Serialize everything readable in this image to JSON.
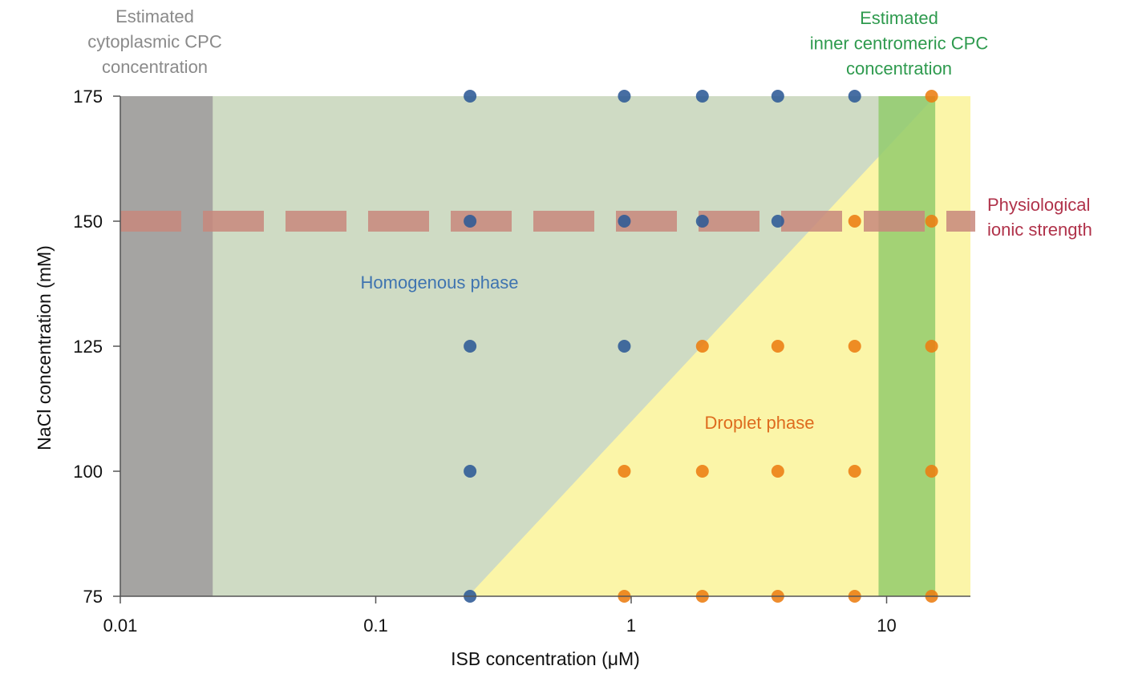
{
  "chart_data": {
    "type": "scatter",
    "xlabel": "ISB concentration (μM)",
    "ylabel": "NaCl concentration (mM)",
    "x_scale": "log",
    "xlim": [
      0.01,
      20
    ],
    "ylim": [
      75,
      175
    ],
    "x_ticks": [
      {
        "value": 0.01,
        "label": "0.01"
      },
      {
        "value": 0.1,
        "label": "0.1"
      },
      {
        "value": 1,
        "label": "1"
      },
      {
        "value": 10,
        "label": "10"
      }
    ],
    "y_ticks": [
      {
        "value": 75,
        "label": "75"
      },
      {
        "value": 100,
        "label": "100"
      },
      {
        "value": 125,
        "label": "125"
      },
      {
        "value": 150,
        "label": "150"
      },
      {
        "value": 175,
        "label": "175"
      }
    ],
    "grid": false,
    "regions": {
      "cytoplasmic": {
        "x_range": [
          0.01,
          0.023
        ],
        "label_lines": [
          "Estimated",
          "cytoplasmic CPC",
          "concentration"
        ],
        "color": "#a5a4a2"
      },
      "inner_centromeric": {
        "x_range": [
          9.3,
          15.5
        ],
        "label_lines": [
          "Estimated",
          "inner centromeric CPC",
          "concentration"
        ],
        "color": "#8fca6a",
        "label_color": "#2e9a4e"
      },
      "homogenous": {
        "label": "Homogenous phase",
        "color": "#cfdbc4",
        "label_color": "#3f74b0"
      },
      "droplet": {
        "label": "Droplet phase",
        "color": "#fbf5a8",
        "label_color": "#de6b1e"
      },
      "boundary": [
        [
          0.23,
          75
        ],
        [
          15.5,
          175
        ]
      ]
    },
    "reference_line": {
      "y": 150,
      "label_lines": [
        "Physiological",
        "ionic strength"
      ],
      "color": "#c8887d",
      "label_color": "#b0324a"
    },
    "series": [
      {
        "color": "#2d5a96",
        "points": [
          [
            0.234,
            175
          ],
          [
            0.94,
            175
          ],
          [
            1.9,
            175
          ],
          [
            3.75,
            175
          ],
          [
            7.5,
            175
          ],
          [
            0.234,
            150
          ],
          [
            0.94,
            150
          ],
          [
            1.9,
            150
          ],
          [
            3.75,
            150
          ],
          [
            0.234,
            125
          ],
          [
            0.94,
            125
          ],
          [
            0.234,
            100
          ],
          [
            0.234,
            75
          ]
        ]
      },
      {
        "color": "#ec7d11",
        "points": [
          [
            15,
            175
          ],
          [
            7.5,
            150
          ],
          [
            15,
            150
          ],
          [
            1.9,
            125
          ],
          [
            3.75,
            125
          ],
          [
            7.5,
            125
          ],
          [
            15,
            125
          ],
          [
            0.94,
            100
          ],
          [
            1.9,
            100
          ],
          [
            3.75,
            100
          ],
          [
            7.5,
            100
          ],
          [
            15,
            100
          ],
          [
            0.94,
            75
          ],
          [
            1.9,
            75
          ],
          [
            3.75,
            75
          ],
          [
            7.5,
            75
          ],
          [
            15,
            75
          ]
        ]
      }
    ]
  }
}
